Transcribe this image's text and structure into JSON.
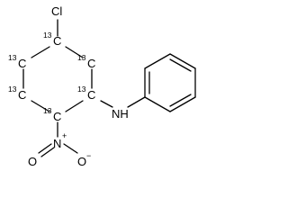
{
  "molecule": {
    "atoms": {
      "chlorine": "Cl",
      "amine": "NH",
      "nitrogen": "N",
      "oxygen": "O"
    },
    "isotope_label": "13",
    "element_carbon": "C",
    "charges": {
      "positive": "+",
      "negative": "−"
    }
  }
}
